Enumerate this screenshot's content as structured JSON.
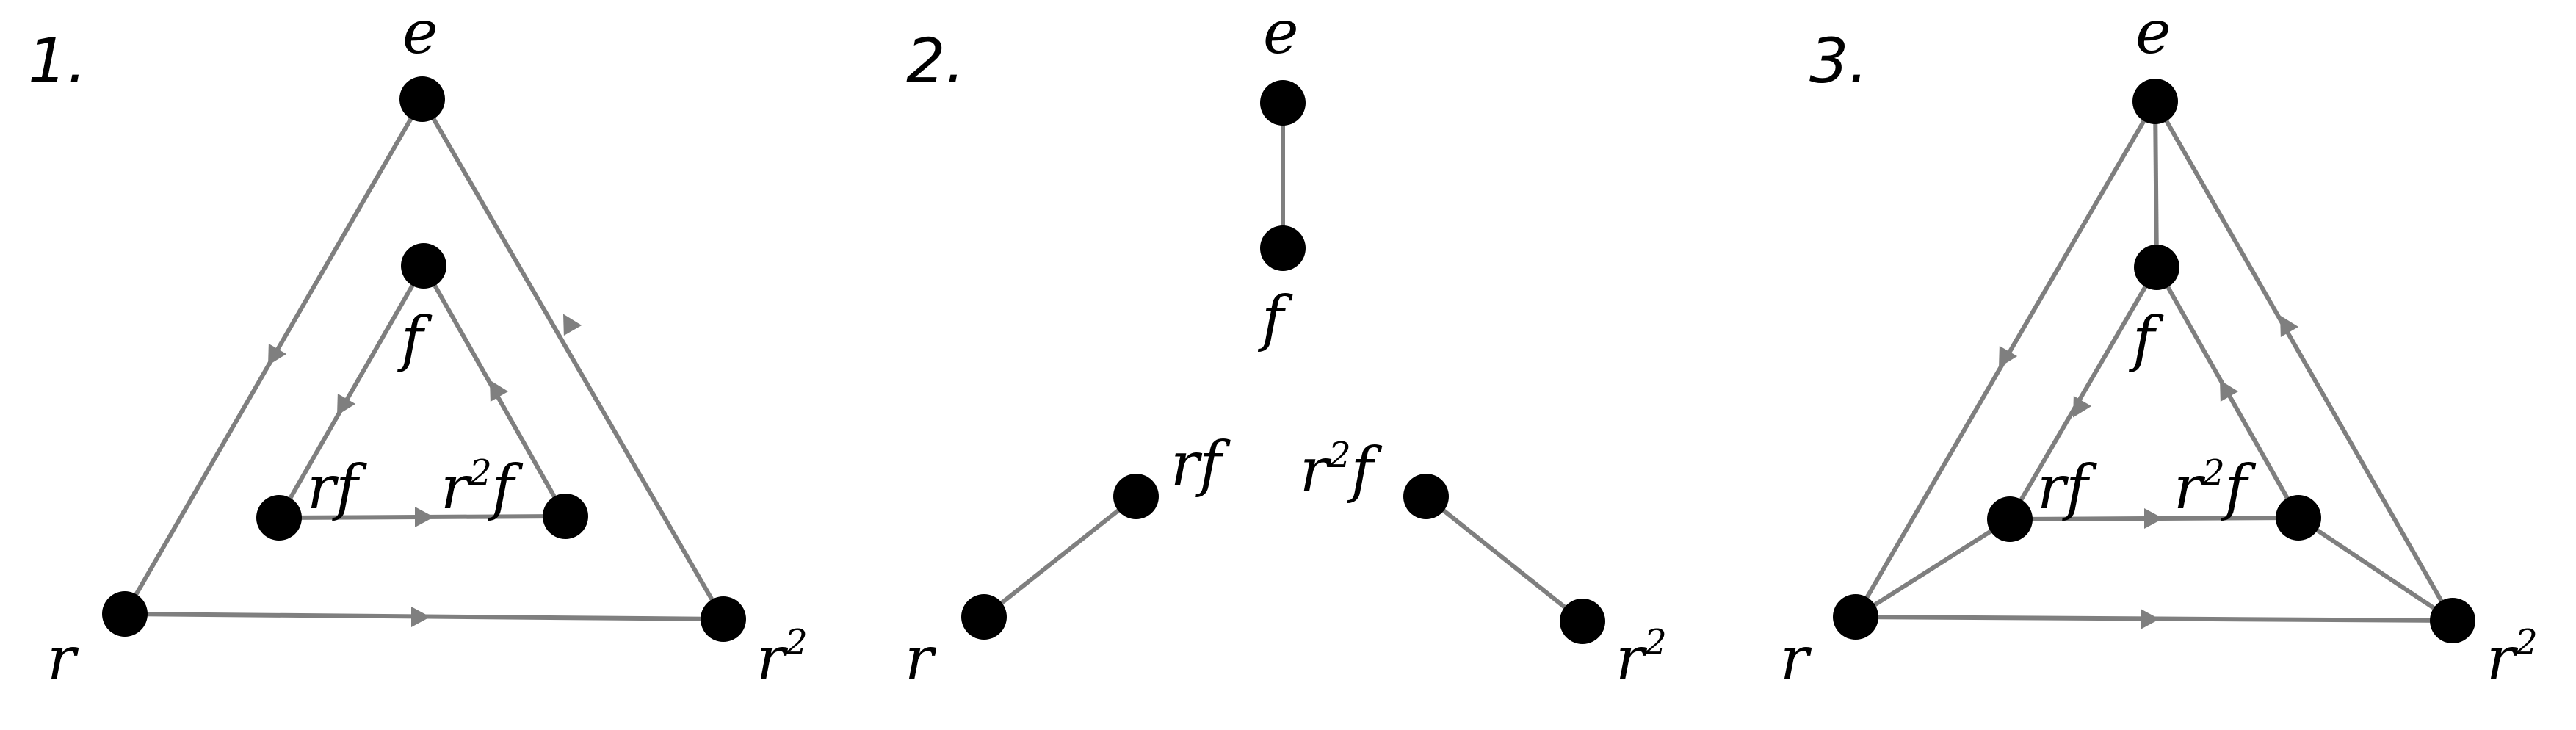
{
  "colors": {
    "edge": "#7f7f7f",
    "node": "#000000",
    "background": "#ffffff"
  },
  "panels": [
    {
      "number": "1.",
      "labels": {
        "e": {
          "base": "e",
          "sup": ""
        },
        "f": {
          "base": "f",
          "sup": ""
        },
        "rf": {
          "base": "rf",
          "sup": ""
        },
        "r2f": {
          "base": "r",
          "sup": "2",
          "tail": "f"
        },
        "r": {
          "base": "r",
          "sup": ""
        },
        "r2": {
          "base": "r",
          "sup": "2"
        }
      }
    },
    {
      "number": "2.",
      "labels": {
        "e": {
          "base": "e",
          "sup": ""
        },
        "f": {
          "base": "f",
          "sup": ""
        },
        "rf": {
          "base": "rf",
          "sup": ""
        },
        "r2f": {
          "base": "r",
          "sup": "2",
          "tail": "f"
        },
        "r": {
          "base": "r",
          "sup": ""
        },
        "r2": {
          "base": "r",
          "sup": "2"
        }
      }
    },
    {
      "number": "3.",
      "labels": {
        "e": {
          "base": "e",
          "sup": ""
        },
        "f": {
          "base": "f",
          "sup": ""
        },
        "rf": {
          "base": "rf",
          "sup": ""
        },
        "r2f": {
          "base": "r",
          "sup": "2",
          "tail": "f"
        },
        "r": {
          "base": "r",
          "sup": ""
        },
        "r2": {
          "base": "r",
          "sup": "2"
        }
      }
    }
  ]
}
